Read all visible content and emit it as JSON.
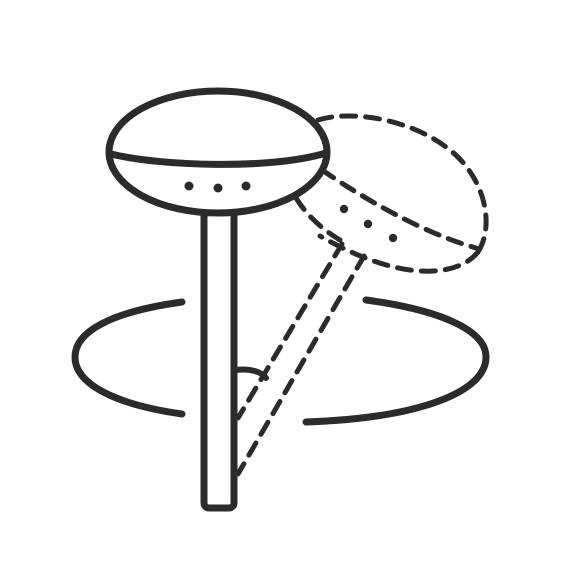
{
  "icon": {
    "name": "pin-tilt-rotation-icon",
    "stroke_color": "#2b2b2b",
    "background": "#ffffff",
    "parts": [
      "pin-head",
      "pin-head-dots",
      "pin-shaft",
      "ghost-pin-head",
      "ghost-pin-shaft",
      "tilt-angle-arc",
      "rotation-ellipse"
    ]
  }
}
